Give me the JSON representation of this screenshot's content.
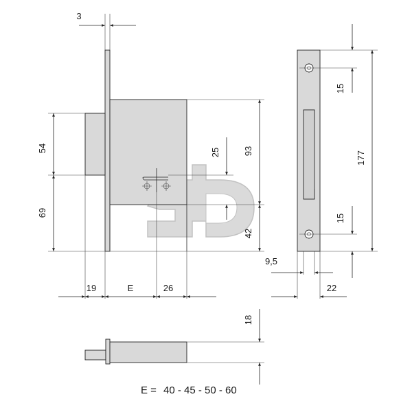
{
  "colors": {
    "part_fill": "#d9d9d9",
    "part_dark": "#cfcfcf",
    "line": "#222222",
    "watermark": "#c8c8c8"
  },
  "dimensions": {
    "faceplate_thickness": "3",
    "upper_height": "54",
    "lower_height": "69",
    "bolt_offset": "25",
    "case_height": "93",
    "lower_offset": "42",
    "backset_left": "19",
    "backset_e": "E",
    "backset_right": "26",
    "strike_top": "15",
    "strike_height": "177",
    "strike_bottom": "15",
    "strike_offset": "9,5",
    "strike_width": "22",
    "bolt_throw": "18"
  },
  "formula": {
    "prefix": "E =",
    "values": "40 - 45 - 50 - 60"
  },
  "watermark": {
    "label": "logo"
  }
}
